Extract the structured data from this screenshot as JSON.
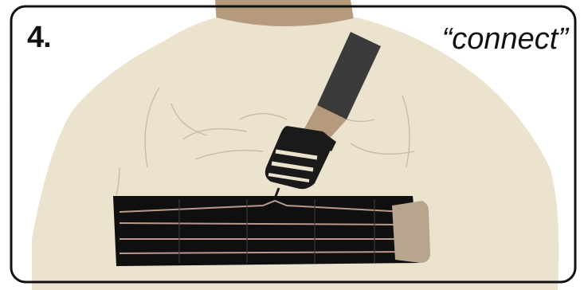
{
  "step": {
    "number": "4.",
    "caption": "“connect”"
  },
  "illustration": {
    "subject": "person-back-with-chest-strap-and-shoulder-strap-buckle",
    "colors": {
      "shirt": "#ece3cf",
      "skin": "#b59a7c",
      "strap": "#3b3b3b",
      "belt": "#0f0f0f",
      "belt_stitch": "#b99a8a",
      "buckle": "#1a1a1a",
      "roll": "#b8a58e",
      "frame": "#111111"
    }
  }
}
